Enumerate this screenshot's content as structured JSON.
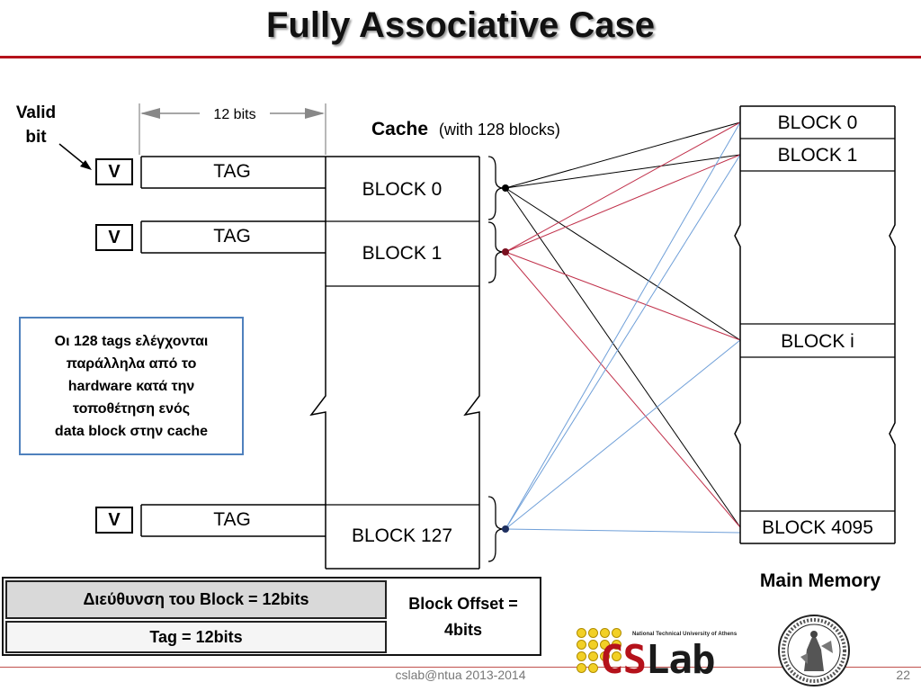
{
  "slide": {
    "title": "Fully Associative Case",
    "footer": "cslab@ntua 2013-2014",
    "page_number": "22",
    "accent_color": "#b5121b"
  },
  "diagram": {
    "valid_label_line1": "Valid",
    "valid_label_line2": "bit",
    "bits_label": "12 bits",
    "cache_title": "Cache",
    "cache_subtitle": "(with 128 blocks)",
    "valid_marks": [
      "V",
      "V",
      "V"
    ],
    "tag_labels": [
      "TAG",
      "TAG",
      "TAG"
    ],
    "cache_blocks": [
      "BLOCK 0",
      "BLOCK 1",
      "BLOCK 127"
    ],
    "memory_blocks": [
      "BLOCK 0",
      "BLOCK 1",
      "BLOCK i",
      "BLOCK 4095"
    ],
    "memory_title": "Main Memory",
    "line_colors": {
      "block0": "#000000",
      "block1": "#c0304a",
      "block127": "#6f9fd8"
    }
  },
  "note": {
    "lines": [
      "Οι 128 tags ελέγχονται",
      "παράλληλα από το",
      "hardware κατά την",
      "τοποθέτηση ενός",
      "data block στην cache"
    ]
  },
  "address_table": {
    "block_address": "Διεύθυνση του Block  = 12bits",
    "tag": "Tag = 12bits",
    "offset_line1": "Block Offset =",
    "offset_line2": "4bits"
  },
  "logo": {
    "subtitle": "National Technical University of Athens",
    "text_part1": "CS",
    "text_part2": "Lab"
  }
}
